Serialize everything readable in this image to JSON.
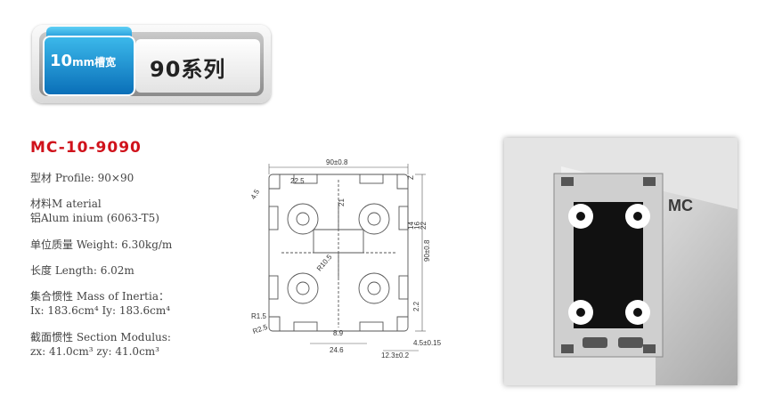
{
  "header": {
    "slot_value": "10",
    "slot_unit": "mm槽宽",
    "series": "90系列"
  },
  "product": {
    "model": "MC-10-9090",
    "specs": [
      "型材 Profile: 90×90",
      "材料M aterial",
      "铝Alum inium (6063-T5)",
      "单位质量 Weight: 6.30kg/m",
      "长度 Length: 6.02m",
      "集合惯性 Mass of Inertia：",
      "Ix: 183.6cm⁴   Iy: 183.6cm⁴",
      "截面惯性 Section Modulus:",
      "zx: 41.0cm³  zy: 41.0cm³"
    ]
  },
  "diagram": {
    "dim_top": "90±0.8",
    "dim_right": "90±0.8",
    "dim_45": "4.5",
    "dim_225": "22.5",
    "dim_21": "21",
    "dim_z": "Z",
    "dim_14": "14",
    "dim_16": "16",
    "dim_22": "22",
    "dim_r105": "R10.5",
    "dim_r15": "R1.5",
    "dim_r25": "R2.5",
    "dim_89": "8.9",
    "dim_246": "24.6",
    "dim_22b": "2.2",
    "dim_45b": "4.5±0.15",
    "dim_123": "12.3±0.2"
  },
  "photo": {
    "label": "MC"
  }
}
